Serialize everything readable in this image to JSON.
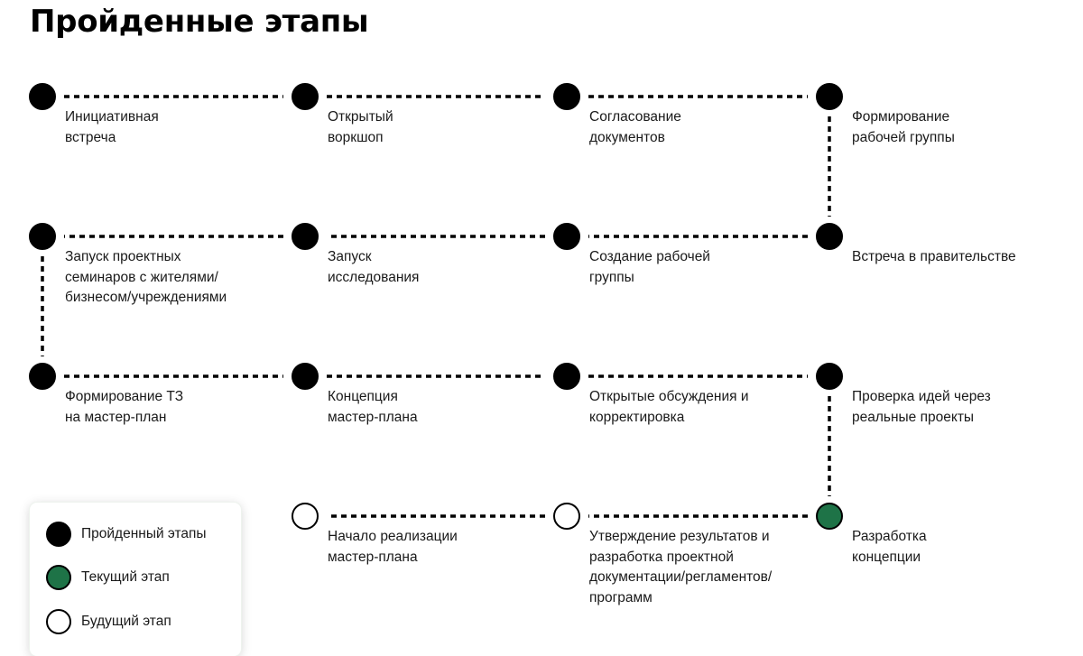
{
  "title": "Пройденные этапы",
  "colors": {
    "done": "#000000",
    "current": "#1e7347",
    "future": "#ffffff",
    "line": "#000000"
  },
  "stages": [
    {
      "label": "Инициативная\nвстреча",
      "status": "done"
    },
    {
      "label": "Открытый\nворкшоп",
      "status": "done"
    },
    {
      "label": "Согласование\nдокументов",
      "status": "done"
    },
    {
      "label": "Формирование\nрабочей группы",
      "status": "done"
    },
    {
      "label": "Встреча в правительстве",
      "status": "done"
    },
    {
      "label": "Создание рабочей\nгруппы",
      "status": "done"
    },
    {
      "label": "Запуск\nисследования",
      "status": "done"
    },
    {
      "label": "Запуск проектных\nсеминаров с жителями/\nбизнесом/учреждениями",
      "status": "done"
    },
    {
      "label": "Формирование ТЗ\nна мастер-план",
      "status": "done"
    },
    {
      "label": "Концепция\nмастер-плана",
      "status": "done"
    },
    {
      "label": "Открытые обсуждения и\nкорректировка",
      "status": "done"
    },
    {
      "label": "Проверка идей через\nреальные проекты",
      "status": "done"
    },
    {
      "label": "Разработка\nконцепции",
      "status": "current"
    },
    {
      "label": "Утверждение результатов и\nразработка проектной\nдокументации/регламентов/\nпрограмм",
      "status": "future"
    },
    {
      "label": "Начало реализации\nмастер-плана",
      "status": "future"
    }
  ],
  "legend": [
    {
      "label": "Пройденный этапы",
      "status": "done"
    },
    {
      "label": "Текущий этап",
      "status": "current"
    },
    {
      "label": "Будущий этап",
      "status": "future"
    }
  ]
}
